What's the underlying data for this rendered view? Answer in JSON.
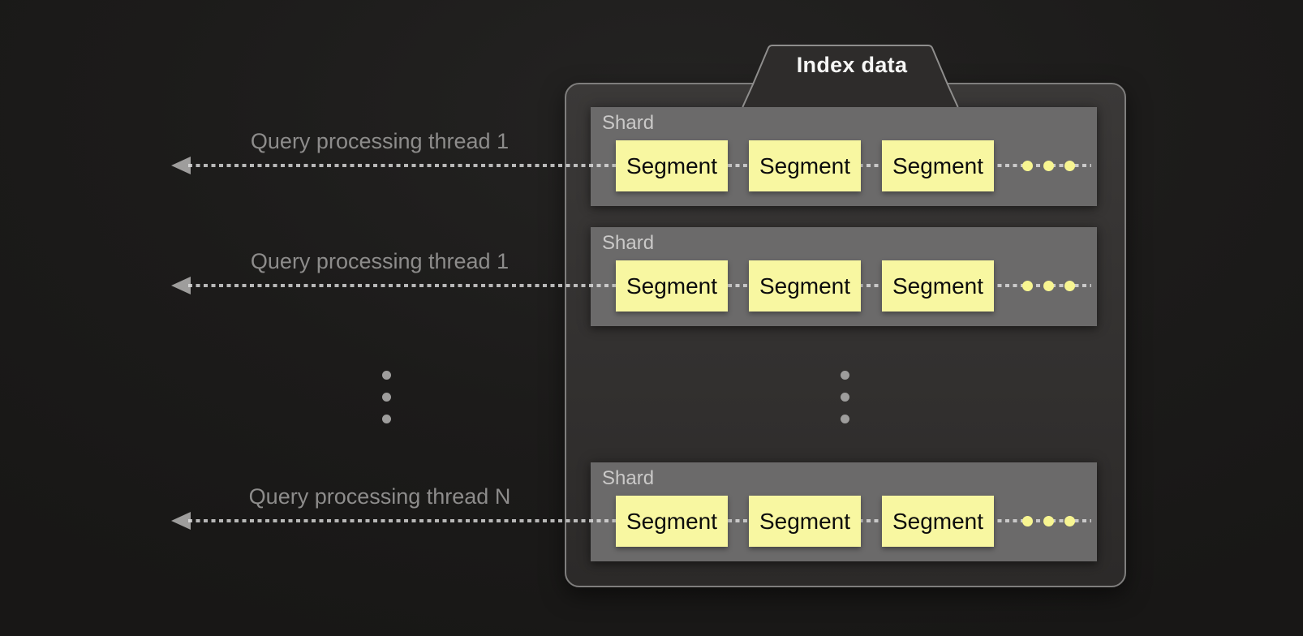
{
  "tab": {
    "label": "Index data"
  },
  "threads": [
    {
      "label": "Query processing thread 1"
    },
    {
      "label": "Query processing thread 1"
    },
    {
      "label": "Query processing thread N"
    }
  ],
  "shards": [
    {
      "label": "Shard",
      "segments": [
        "Segment",
        "Segment",
        "Segment"
      ]
    },
    {
      "label": "Shard",
      "segments": [
        "Segment",
        "Segment",
        "Segment"
      ]
    },
    {
      "label": "Shard",
      "segments": [
        "Segment",
        "Segment",
        "Segment"
      ]
    }
  ],
  "ellipsis": {
    "left_vertical_dots": 3,
    "middle_vertical_dots": 3,
    "per_shard_yellow_dots": 3
  },
  "colors": {
    "background": "#1b1a19",
    "panel_fill_top": "#3b3938",
    "panel_fill_bottom": "#2c2a29",
    "panel_border": "#7f7e7d",
    "tab_fill": "#2e2c2b",
    "tab_border": "#8f8e8d",
    "tab_text": "#f7f7f6",
    "shard_fill": "#6b6a6a",
    "shard_label_text": "#cac9c8",
    "segment_fill": "#f8f7a1",
    "segment_text": "#0c0c0c",
    "segment_ellipsis_dot": "#f7f591",
    "dotted_line": "#e4e4e4",
    "arrowhead": "#9e9d9c",
    "vertical_ellipsis_dot": "#9e9d9c",
    "thread_label_text": "#8d8c8b"
  }
}
